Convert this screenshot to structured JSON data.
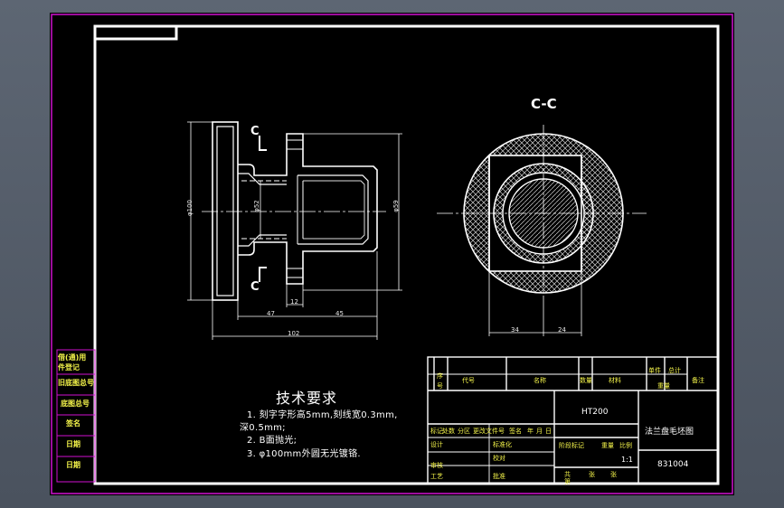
{
  "drawing": {
    "section_label": "C-C",
    "cut_label_top": "C",
    "cut_label_bottom": "C",
    "dims": {
      "d100": "φ100",
      "d52": "φ52",
      "d59": "φ59",
      "w12": "12",
      "w47": "47",
      "w45": "45",
      "w102": "102",
      "w34": "34",
      "w24": "24"
    }
  },
  "requirements": {
    "title": "技术要求",
    "lines": [
      "1. 刻字字形高5mm,刻线宽0.3mm,",
      "深0.5mm;",
      "2. B面抛光;",
      "3. φ100mm外圆无光镀铬."
    ]
  },
  "side_labels": [
    "借(通)用",
    "件登记",
    "旧底图总号",
    "底图总号",
    "签名",
    "日期",
    "日期"
  ],
  "title_block": {
    "header": [
      "序",
      "代号",
      "名称",
      "数量",
      "材料",
      "单件",
      "总计",
      "备注"
    ],
    "header2": [
      "号",
      "重量"
    ],
    "material": "HT200",
    "drawing_name": "法兰盘毛坯图",
    "drawing_number": "831004",
    "rev_row": [
      "标记",
      "处数",
      "分区",
      "更改文件号",
      "签名",
      "年",
      "月",
      "日"
    ],
    "labels": [
      "设计",
      "标准化",
      "审核",
      "工艺",
      "批准",
      "校对"
    ],
    "stage_row": [
      "阶段标记",
      "重量",
      "比例"
    ],
    "scale": "1:1",
    "sheets": [
      "共",
      "张",
      "第",
      "张"
    ]
  }
}
